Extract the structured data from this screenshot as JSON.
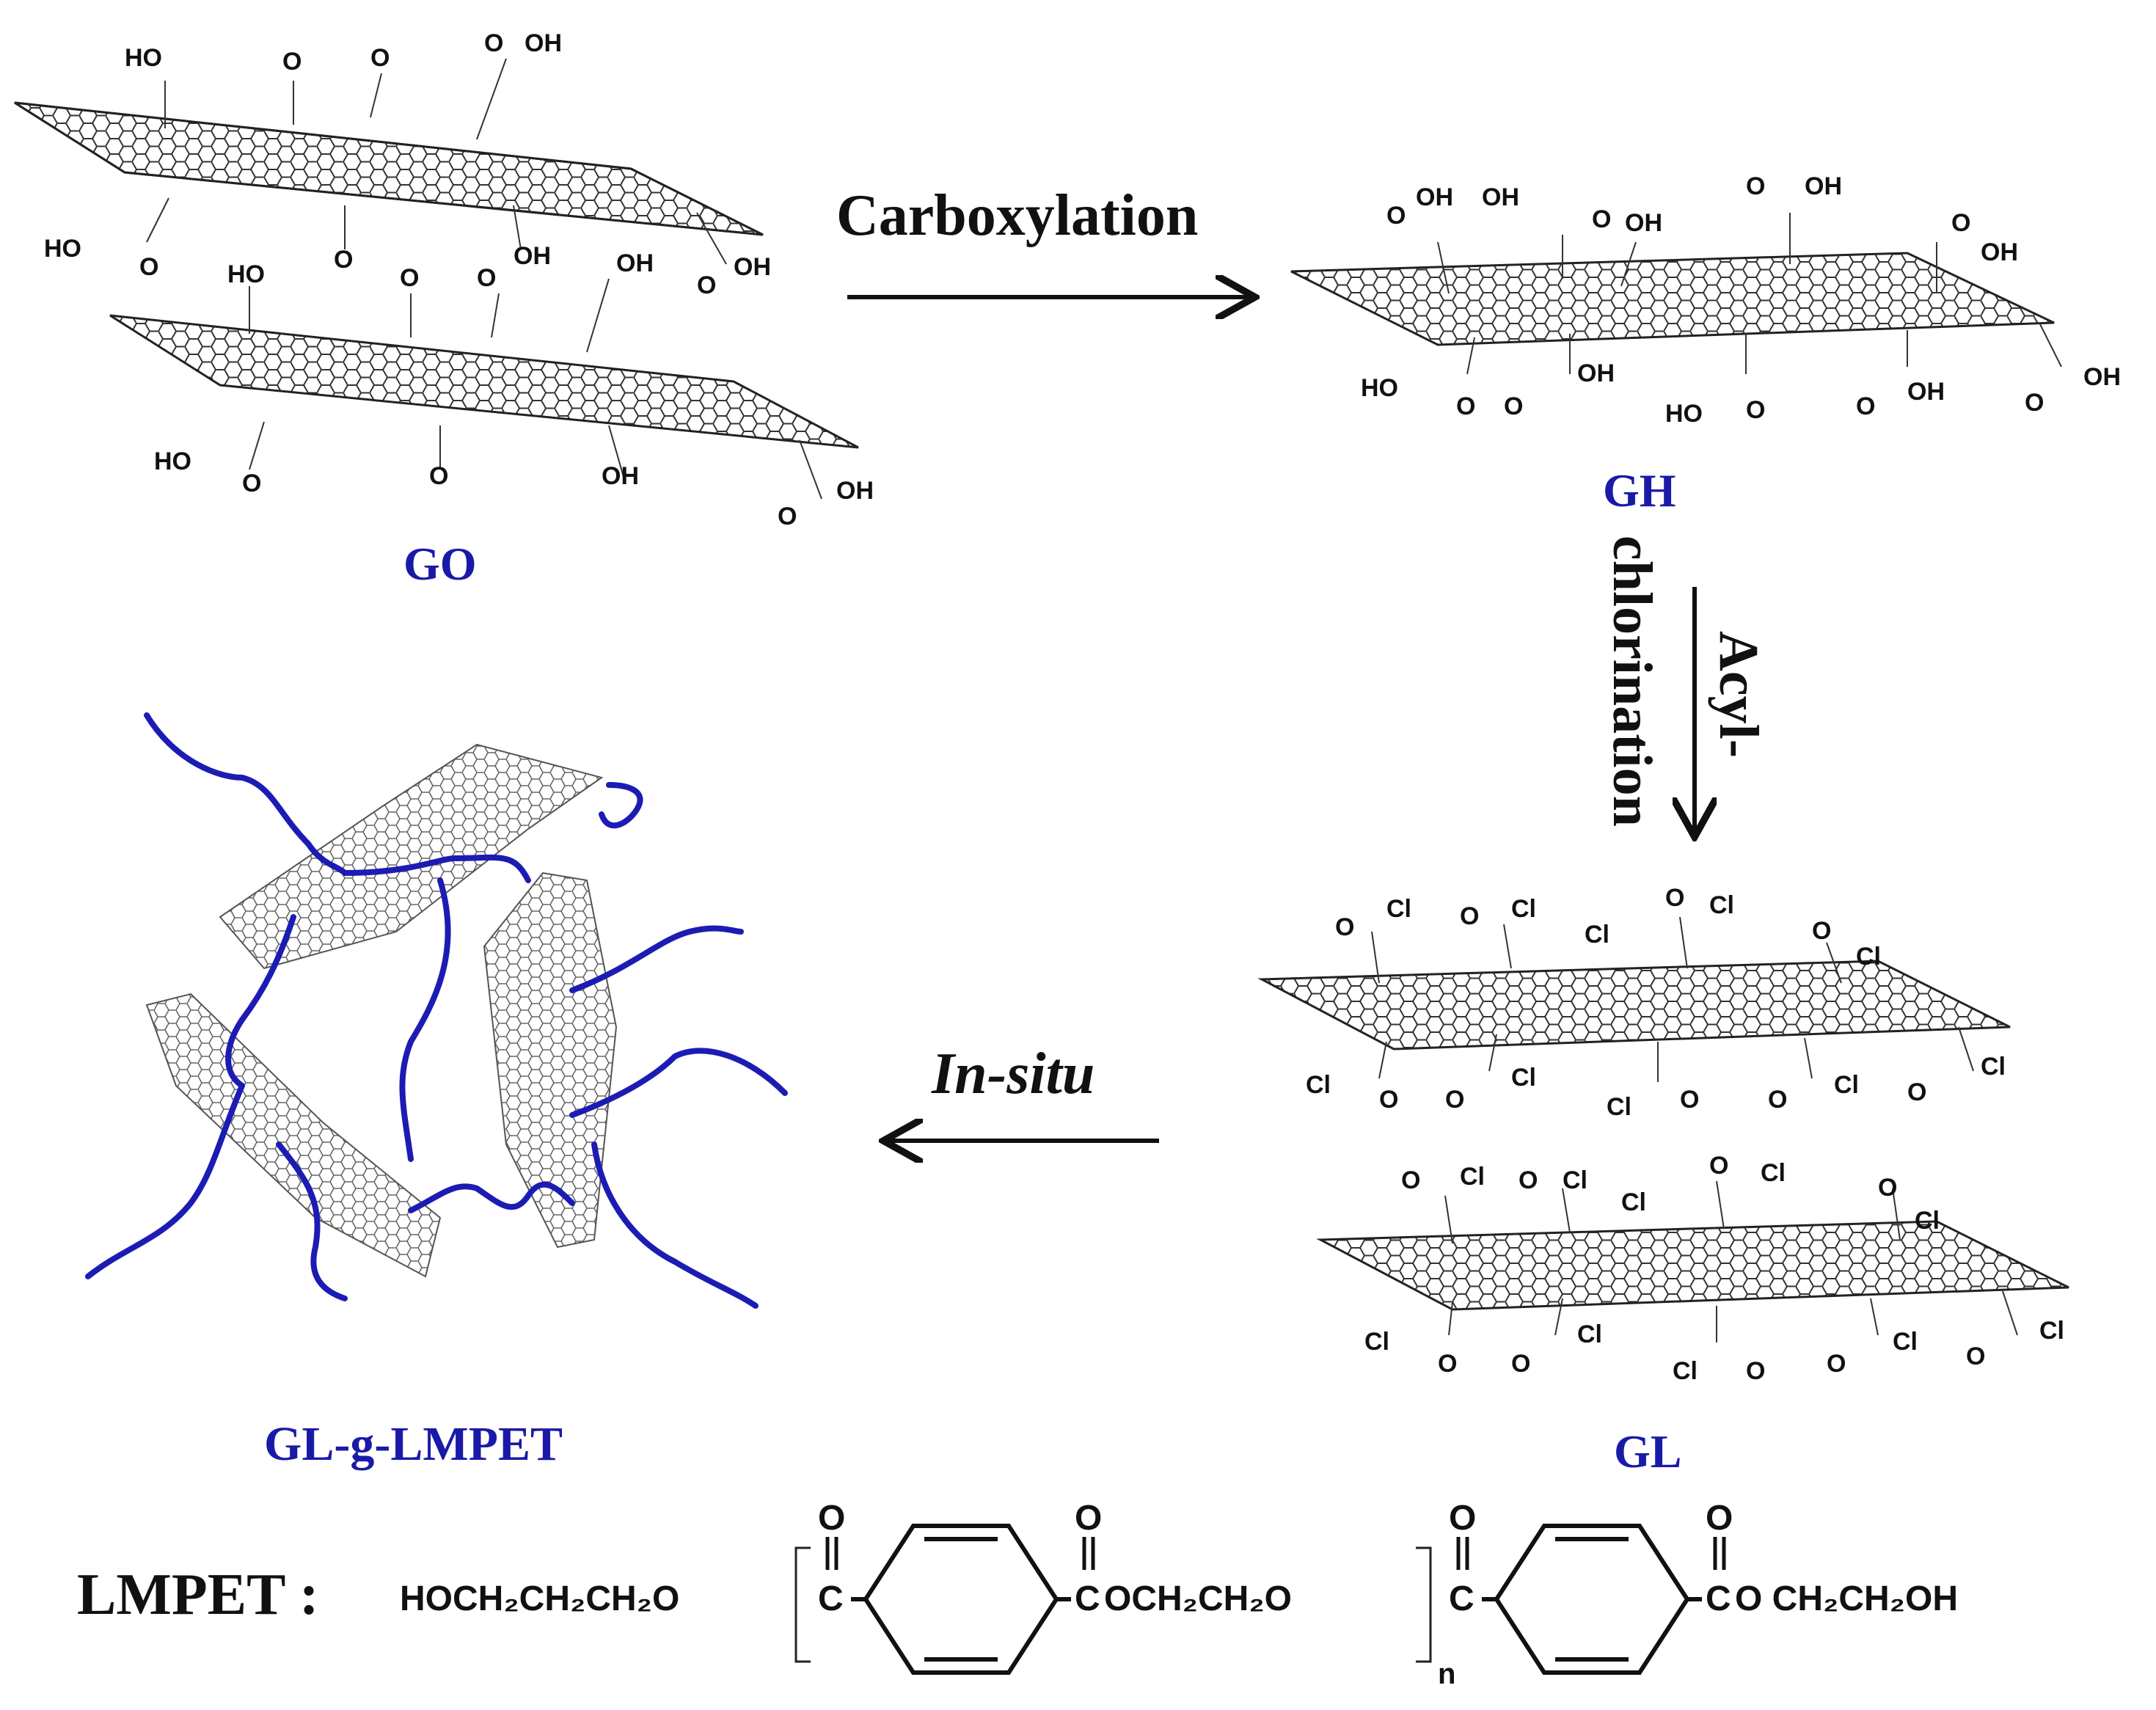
{
  "labels": {
    "go": "GO",
    "gh": "GH",
    "gl": "GL",
    "product": "GL-g-LMPET",
    "lmpet_prefix": "LMPET :"
  },
  "steps": {
    "carboxylation": "Carboxylation",
    "acyl_line1": "Acyl-",
    "acyl_line2": "chlorination",
    "insitu": "In-situ"
  },
  "groups": {
    "ho": "HO",
    "oh": "OH",
    "o": "O",
    "cooh_left": "HO",
    "c_oh": "OH",
    "cl": "Cl"
  },
  "lmpet_formula": {
    "part1": "HOCH₂CH₂CH₂O",
    "part2": "OCH₂CH₂O",
    "part3": "O CH₂CH₂OH",
    "c": "C",
    "o": "O",
    "n": "n"
  },
  "colors": {
    "label_blue": "#1a1aa8",
    "chain_blue": "#1c1cb4",
    "ink": "#111111"
  }
}
